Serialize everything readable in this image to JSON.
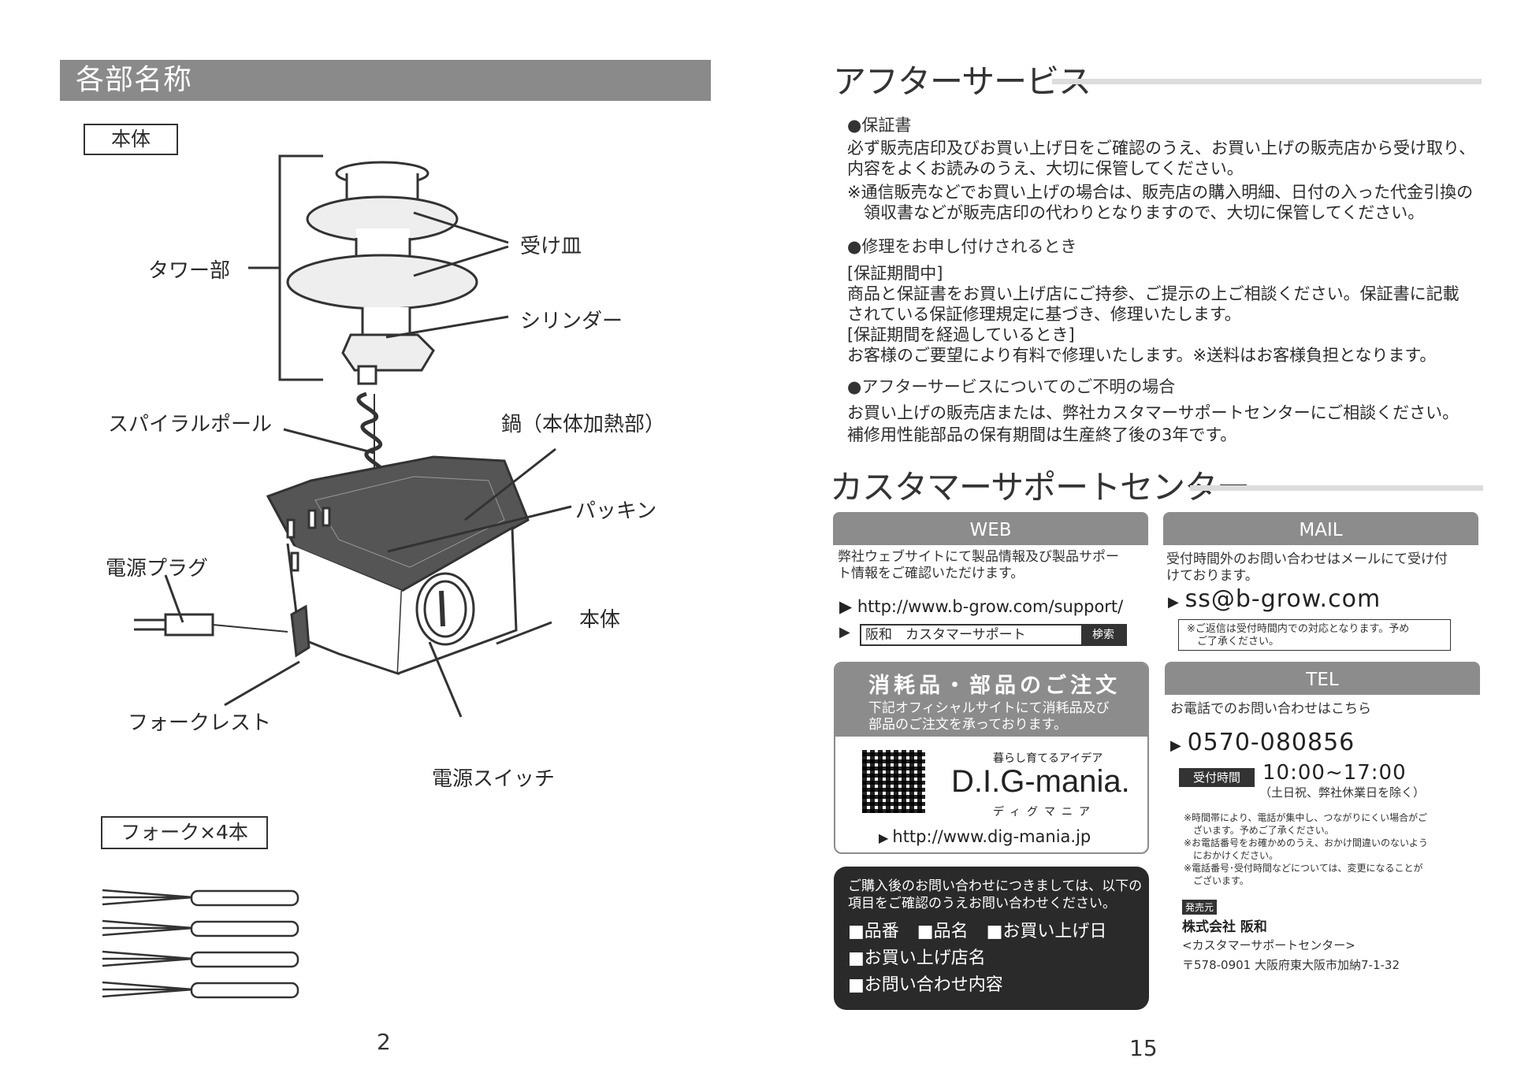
{
  "left": {
    "section_title": "各部名称",
    "body_label": "本体",
    "labels": {
      "tower": "タワー部",
      "tray": "受け皿",
      "cylinder": "シリンダー",
      "spiral": "スパイラルポール",
      "pot": "鍋（本体加熱部）",
      "packing": "パッキン",
      "plug": "電源プラグ",
      "main_body": "本体",
      "fork_rest": "フォークレスト",
      "power_switch": "電源スイッチ"
    },
    "fork_label": "フォーク×4本",
    "page_number": "2"
  },
  "right": {
    "after_service": {
      "title": "アフターサービス",
      "warranty_head": "●保証書",
      "warranty_lines": [
        "必ず販売店印及びお買い上げ日をご確認のうえ、お買い上げの販売店から受け取り、",
        "内容をよくお読みのうえ、大切に保管してください。",
        "※通信販売などでお買い上げの場合は、販売店の購入明細、日付の入った代金引換の",
        "　領収書などが販売店印の代わりとなりますので、大切に保管してください。"
      ],
      "repair_head": "●修理をお申し付けされるとき",
      "repair_lines": [
        "[保証期間中]",
        "商品と保証書をお買い上げ店にご持参、ご提示の上ご相談ください。保証書に記載",
        "されている保証修理規定に基づき、修理いたします。",
        "[保証期間を経過しているとき]",
        "お客様のご要望により有料で修理いたします。※送料はお客様負担となります。"
      ],
      "unclear_head": "●アフターサービスについてのご不明の場合",
      "unclear_lines": [
        "お買い上げの販売店または、弊社カスタマーサポートセンターにご相談ください。",
        "補修用性能部品の保有期間は生産終了後の3年です。"
      ]
    },
    "support": {
      "title": "カスタマーサポートセンター",
      "web": {
        "tab": "WEB",
        "desc_lines": [
          "弊社ウェブサイトにて製品情報及び製品サポー",
          "ト情報をご確認いただけます。"
        ],
        "url": "http://www.b-grow.com/support/",
        "search_value": "阪和　カスタマーサポート",
        "search_button": "検索"
      },
      "mail": {
        "tab": "MAIL",
        "desc_lines": [
          "受付時間外のお問い合わせはメールにて受け付",
          "けております。"
        ],
        "address": "ss@b-grow.com",
        "note_lines": [
          "※ご返信は受付時間内での対応となります。予め",
          "　ご了承ください。"
        ]
      },
      "parts": {
        "title": "消耗品・部品のご注文",
        "desc_lines": [
          "下記オフィシャルサイトにて消耗品及び",
          "部品のご注文を承っております。"
        ],
        "tagline": "暮らし育てるアイデア",
        "brand": "D.I.G-mania.",
        "brand_kana": "ディグマニア",
        "url": "http://www.dig-mania.jp"
      },
      "tel": {
        "tab": "TEL",
        "desc": "お電話でのお問い合わせはこちら",
        "number": "0570-080856",
        "hours_badge": "受付時間",
        "hours": "10:00~17:00",
        "hours_note": "（土日祝、弊社休業日を除く）",
        "notes": [
          "※時間帯により、電話が集中し、つながりにくい場合がご",
          "　ざいます。予めご了承ください。",
          "※お電話番号をお確かめのうえ、おかけ間違いのないよう",
          "　におかけください。",
          "※電話番号･受付時間などについては、変更になることが",
          "　ございます。"
        ]
      },
      "inquiry": {
        "lines": [
          "ご購入後のお問い合わせにつきましては、以下の",
          "項目をご確認のうえお問い合わせください。"
        ],
        "items_row1": [
          "■品番",
          "■品名",
          "■お買い上げ日"
        ],
        "items_row2": "■お買い上げ店名",
        "items_row3": "■お問い合わせ内容"
      },
      "seller": {
        "badge": "発売元",
        "company": "株式会社 阪和",
        "center": "<カスタマーサポートセンター>",
        "address": "〒578-0901 大阪府東大阪市加納7-1-32"
      }
    },
    "page_number": "15"
  },
  "colors": {
    "bar_gray": "#8a8a8a",
    "dark_panel": "#2a2a2a",
    "rule": "#dcdcdc"
  }
}
